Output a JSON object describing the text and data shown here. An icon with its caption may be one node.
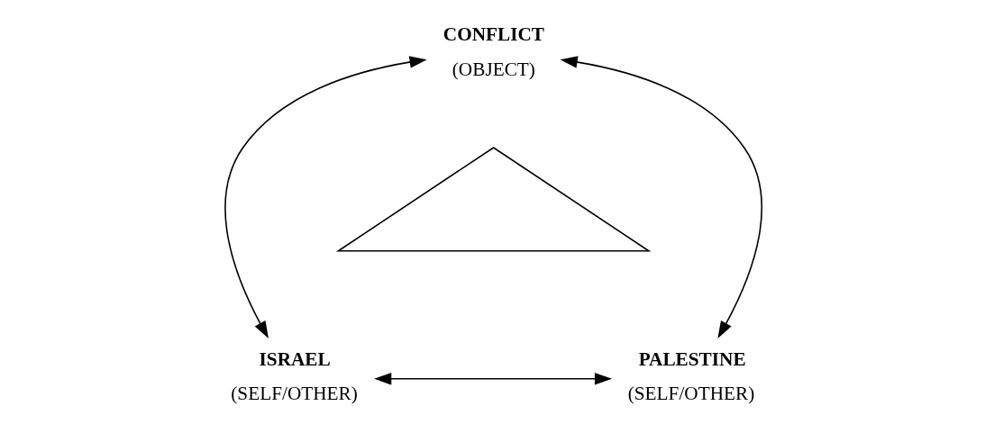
{
  "diagram": {
    "nodes": [
      {
        "text": [
          "CONFLICT",
          "(OBJECT)"
        ]
      },
      {
        "text": [
          "ISRAEL",
          "(SELF/OTHER)"
        ]
      },
      {
        "text": [
          "PALESTINE",
          "(SELF/OTHER)"
        ]
      },
      {
        "text": [],
        "shape": "triangle"
      }
    ],
    "edges": [
      {
        "from": 0,
        "to": 1,
        "arrow": "both"
      },
      {
        "from": 0,
        "to": 2,
        "arrow": "both"
      },
      {
        "from": 1,
        "to": 2,
        "arrow": "both"
      }
    ]
  }
}
